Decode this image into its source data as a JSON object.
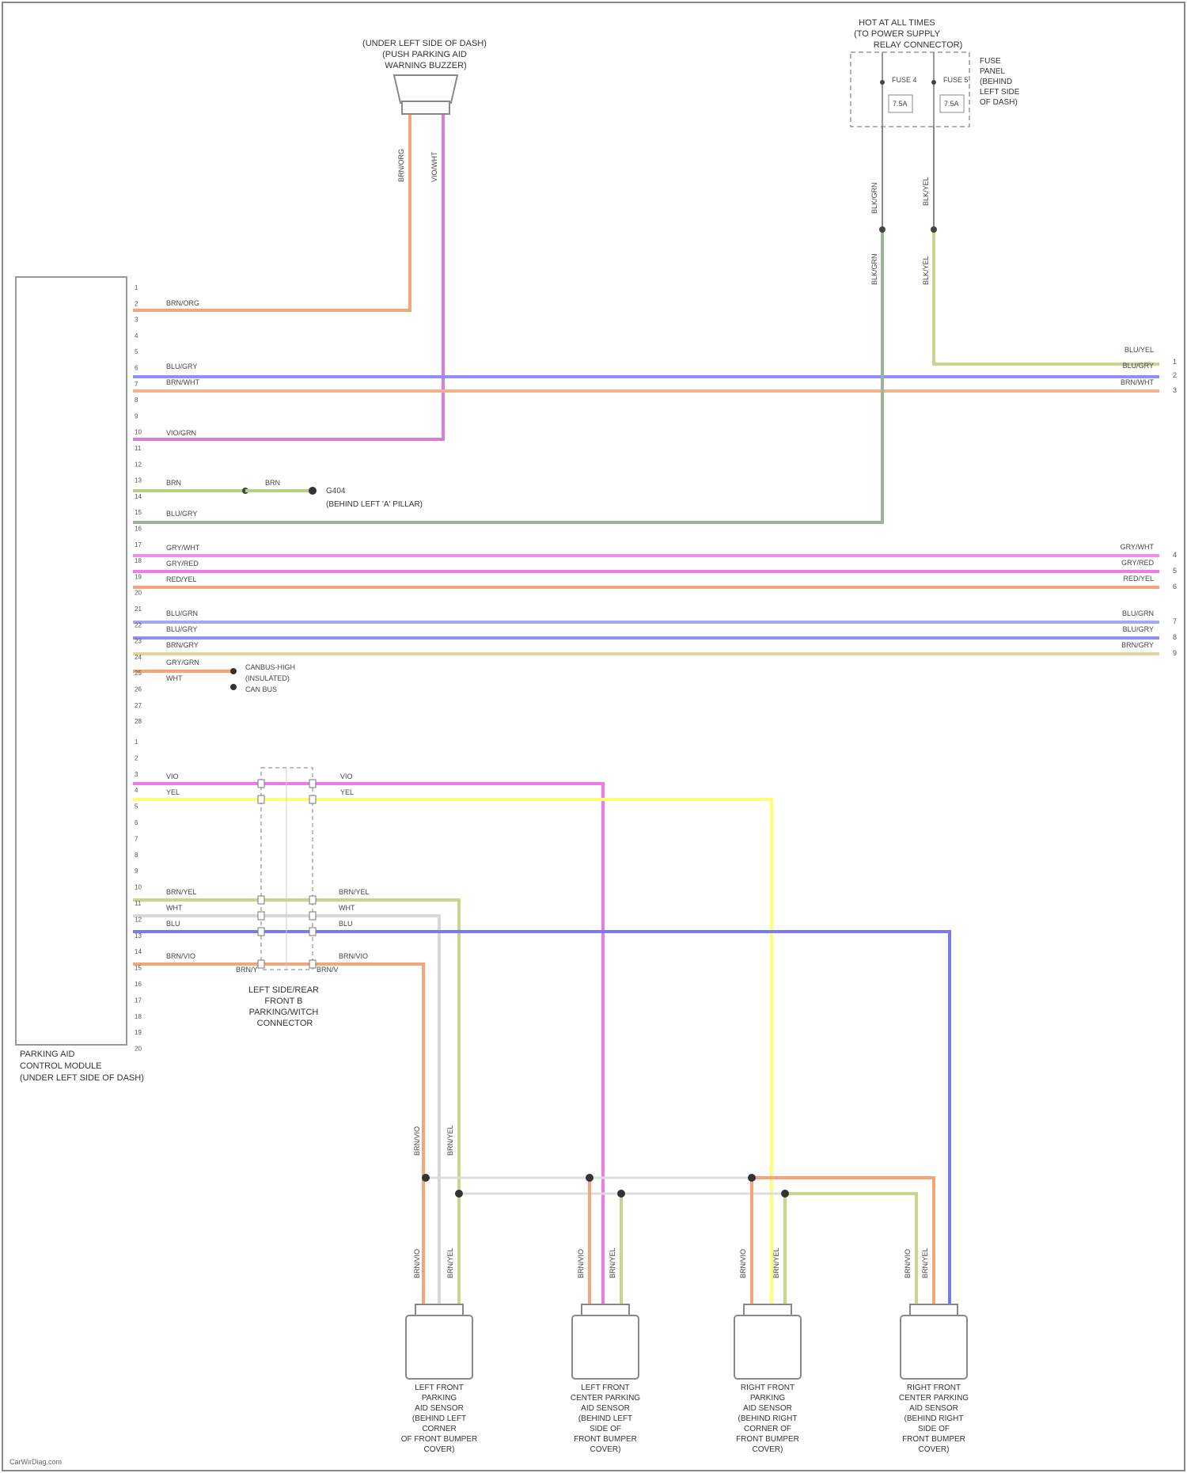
{
  "diagram": {
    "top_component": {
      "caption": [
        "(UNDER LEFT SIDE OF DASH)",
        "(PUSH PARKING AID",
        "WARNING BUZZER)"
      ],
      "wire_left": "BRN/ORG",
      "wire_right": "VIO/WHT"
    },
    "fuse_block": {
      "caption": [
        "HOT AT ALL TIMES",
        "(TO POWER SUPPLY",
        "RELAY CONNECTOR)"
      ],
      "side_text": [
        "FUSE",
        "PANEL",
        "(BEHIND",
        "LEFT SIDE",
        "OF DASH)"
      ],
      "fuse_a": {
        "name": "FUSE 4",
        "rating": "7.5A"
      },
      "fuse_b": {
        "name": "FUSE 5",
        "rating": "7.5A"
      },
      "wire_a": "BLK/GRN",
      "wire_b": "BLK/YEL"
    },
    "module": {
      "caption": [
        "PARKING AID",
        "CONTROL MODULE",
        "(UNDER LEFT SIDE OF DASH)"
      ]
    },
    "left_labels": {
      "w3": "BRN/ORG",
      "w6": "BLU/GRY",
      "w7": "BRN/WHT",
      "w10": "VIO/GRN",
      "w13": "BRN",
      "w14": "BLU/GRY",
      "w16": "GRY/WHT",
      "w17": "GRY/RED",
      "w18": "RED/YEL",
      "w19": "BRN/YEL",
      "w21": "BLU/GRN",
      "w22": "BLU/GRY",
      "w23": "BRN/GRY",
      "w24": "GRY/GRN",
      "w25": "WHT",
      "s3": "VIO",
      "s4": "YEL",
      "s11": "BRN/YEL",
      "s12": "WHT",
      "s13": "BLU",
      "s15": "BRN/VIO"
    },
    "right_labels": {
      "r1": "BLU/YEL",
      "r2": "BLU/GRY",
      "r3": "BRN/WHT",
      "r16": "GRY/WHT",
      "r17": "GRY/RED",
      "r18": "RED/YEL",
      "r21": "BLU/GRN",
      "r22": "BLU/GRY",
      "r23": "BRN/GRY"
    },
    "right_pins": [
      "1",
      "2",
      "3",
      "4",
      "5",
      "6",
      "7",
      "8",
      "9"
    ],
    "ground": {
      "label": "G404",
      "caption": "(BEHIND LEFT 'A' PILLAR)",
      "mid_label": "BRN"
    },
    "stub": {
      "label": [
        "CANBUS-HIGH",
        "(INSULATED)",
        "CAN BUS"
      ]
    },
    "connector": {
      "caption": [
        "LEFT SIDE/REAR",
        "FRONT B",
        "PARKING/WITCH",
        "CONNECTOR"
      ],
      "out_labels": {
        "o3": "VIO",
        "o4": "YEL",
        "o11": "BRN/YEL",
        "o12": "WHT",
        "o13": "BLU",
        "o15": "BRN/VIO"
      },
      "bottom_left": "BRN/Y",
      "bottom_right": "BRN/V"
    },
    "sensor_vertical_labels": {
      "v1": "BRN/VIO",
      "v2": "BRN/YEL",
      "v3": "BRN/VIO",
      "v4": "BRN/YEL",
      "v5": "BRN/VIO",
      "v6": "BRN/YEL",
      "v7": "BRN/VIO",
      "v8": "BRN/YEL",
      "v9": "BRN/VIO",
      "v10": "BRN/YEL"
    },
    "sensors": [
      {
        "caption": [
          "LEFT FRONT",
          "PARKING",
          "AID SENSOR",
          "(BEHIND LEFT",
          "CORNER",
          "OF FRONT BUMPER",
          "COVER)"
        ]
      },
      {
        "caption": [
          "LEFT FRONT",
          "CENTER PARKING",
          "AID SENSOR",
          "(BEHIND LEFT",
          "SIDE OF",
          "FRONT BUMPER",
          "COVER)"
        ]
      },
      {
        "caption": [
          "RIGHT FRONT",
          "PARKING",
          "AID SENSOR",
          "(BEHIND RIGHT",
          "CORNER OF",
          "FRONT BUMPER",
          "COVER)"
        ]
      },
      {
        "caption": [
          "RIGHT FRONT",
          "CENTER PARKING",
          "AID SENSOR",
          "(BEHIND RIGHT",
          "SIDE OF",
          "FRONT BUMPER",
          "COVER)"
        ]
      }
    ],
    "pin_numbers": [
      "1",
      "2",
      "3",
      "4",
      "5",
      "6",
      "7",
      "8",
      "9",
      "10",
      "11",
      "12",
      "13",
      "14",
      "15",
      "16",
      "17",
      "18",
      "19",
      "20",
      "21",
      "22",
      "23",
      "24",
      "25",
      "26",
      "27",
      "28"
    ],
    "pin_numbers_lower": [
      "1",
      "2",
      "3",
      "4",
      "5",
      "6",
      "7",
      "8",
      "9",
      "10",
      "11",
      "12",
      "13",
      "14",
      "15",
      "16",
      "17",
      "18",
      "19",
      "20"
    ],
    "watermark": "CarWirDiag.com",
    "colors": {
      "orange": "#f4a57a",
      "pink": "#ef7be9",
      "violet": "#d97ce0",
      "blue": "#7a7af0",
      "olive": "#b8cf85",
      "yellow": "#ffff73",
      "gray": "#cccccc",
      "green_dark": "#98b898",
      "line": "#555555"
    }
  }
}
